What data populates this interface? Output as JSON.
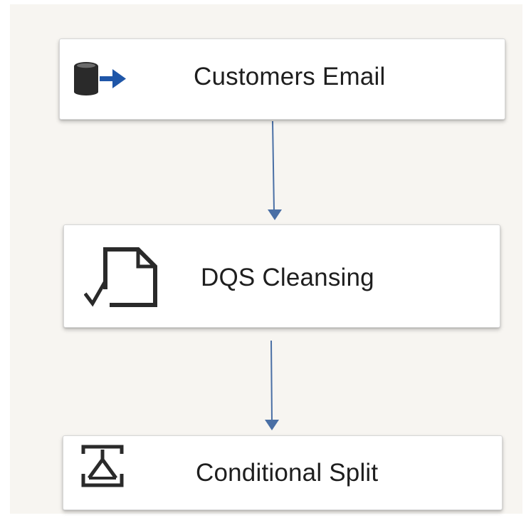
{
  "diagram": {
    "nodes": [
      {
        "label": "Customers Email",
        "icon": "ole-db-source-icon"
      },
      {
        "label": "DQS Cleansing",
        "icon": "dqs-cleansing-icon"
      },
      {
        "label": "Conditional Split",
        "icon": "conditional-split-icon"
      }
    ],
    "connectors": [
      {
        "from": "Customers Email",
        "to": "DQS Cleansing"
      },
      {
        "from": "DQS Cleansing",
        "to": "Conditional Split"
      }
    ],
    "colors": {
      "connector": "#4a6fa5",
      "source_arrow": "#1f56a8",
      "icon_dark": "#2a2a2a",
      "canvas": "#f7f5f1"
    }
  }
}
